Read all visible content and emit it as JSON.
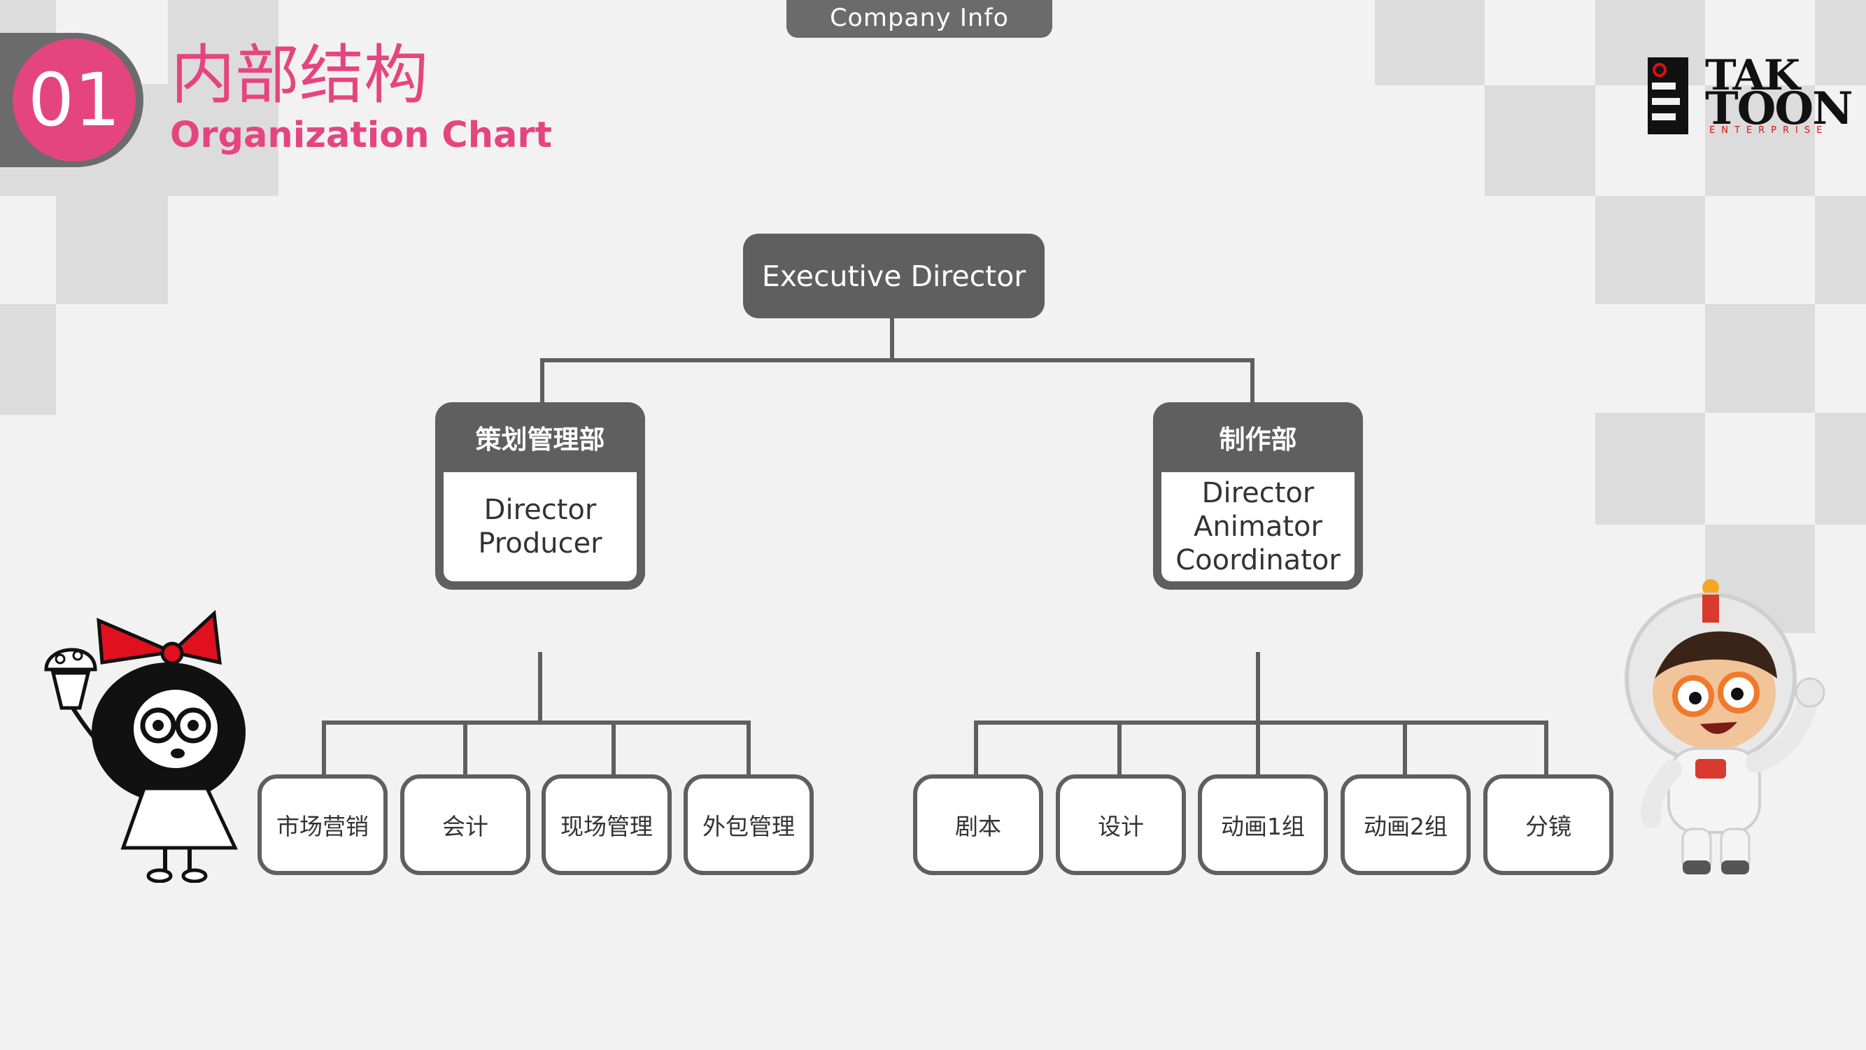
{
  "header": {
    "section_tab": "Company Info",
    "section_number": "01",
    "title_cn": "内部结构",
    "title_en": "Organization Chart"
  },
  "logo": {
    "line1": "TAK",
    "line2": "TOON",
    "line3": "ENTERPRISE"
  },
  "org": {
    "root": "Executive Director",
    "departments": [
      {
        "name": "策划管理部",
        "roles": [
          "Director",
          "Producer"
        ],
        "units": [
          "市场营销",
          "会计",
          "现场管理",
          "外包管理"
        ]
      },
      {
        "name": "制作部",
        "roles": [
          "Director",
          "Animator",
          "Coordinator"
        ],
        "units": [
          "剧本",
          "设计",
          "动画1组",
          "动画2组",
          "分镜"
        ]
      }
    ]
  },
  "colors": {
    "accent": "#e5457d",
    "box_dark": "#5f5f5f",
    "background": "#f2f2f2",
    "checker": "#dcdcdc"
  }
}
